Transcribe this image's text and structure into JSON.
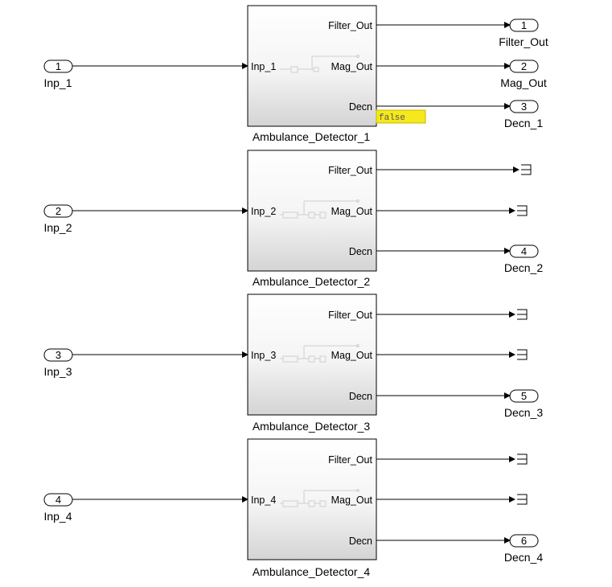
{
  "inports": [
    {
      "number": "1",
      "label": "Inp_1"
    },
    {
      "number": "2",
      "label": "Inp_2"
    },
    {
      "number": "3",
      "label": "Inp_3"
    },
    {
      "number": "4",
      "label": "Inp_4"
    }
  ],
  "subsystems": [
    {
      "name": "Ambulance_Detector_1",
      "input_port": "Inp_1",
      "output_ports": [
        "Filter_Out",
        "Mag_Out",
        "Decn"
      ]
    },
    {
      "name": "Ambulance_Detector_2",
      "input_port": "Inp_2",
      "output_ports": [
        "Filter_Out",
        "Mag_Out",
        "Decn"
      ]
    },
    {
      "name": "Ambulance_Detector_3",
      "input_port": "Inp_3",
      "output_ports": [
        "Filter_Out",
        "Mag_Out",
        "Decn"
      ]
    },
    {
      "name": "Ambulance_Detector_4",
      "input_port": "Inp_4",
      "output_ports": [
        "Filter_Out",
        "Mag_Out",
        "Decn"
      ]
    }
  ],
  "outports": [
    {
      "number": "1",
      "label": "Filter_Out"
    },
    {
      "number": "2",
      "label": "Mag_Out"
    },
    {
      "number": "3",
      "label": "Decn_1"
    },
    {
      "number": "4",
      "label": "Decn_2"
    },
    {
      "number": "5",
      "label": "Decn_3"
    },
    {
      "number": "6",
      "label": "Decn_4"
    }
  ],
  "display": {
    "value": "false"
  },
  "colors": {
    "display_bg": "#f5e81c",
    "block_bottom": "#d4d4d4",
    "line": "#000000"
  }
}
